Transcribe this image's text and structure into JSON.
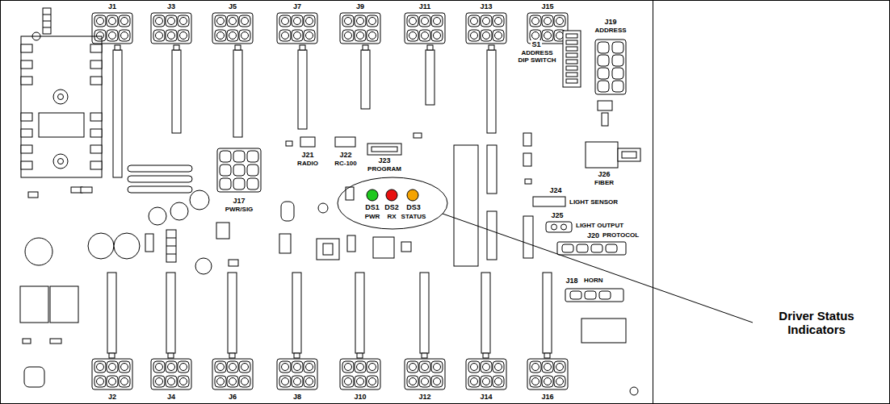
{
  "diagram": {
    "labels": [
      "J1",
      "J3",
      "J5",
      "J7",
      "J9",
      "J11",
      "J13",
      "J15",
      "J19",
      "ADDRESS",
      "S1",
      "ADDRESS DIP SWITCH",
      "J21",
      "RADIO",
      "J22",
      "RC-100",
      "J23",
      "PROGRAM",
      "J17",
      "PWR/SIG",
      "DS1",
      "PWR",
      "DS2",
      "RX",
      "DS3",
      "STATUS",
      "J26",
      "FIBER",
      "J24",
      "LIGHT SENSOR",
      "J25",
      "LIGHT OUTPUT",
      "J20",
      "PROTOCOL",
      "J18",
      "HORN",
      "J2",
      "J4",
      "J6",
      "J8",
      "J10",
      "J12",
      "J14",
      "J16",
      "Driver Status Indicators"
    ]
  }
}
